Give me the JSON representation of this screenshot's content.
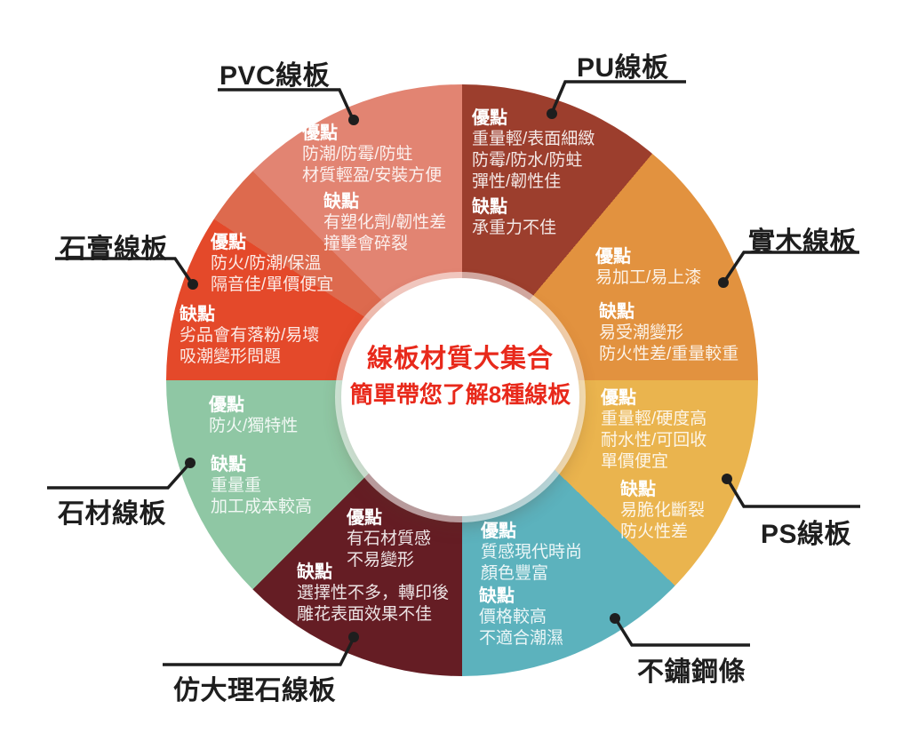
{
  "center": {
    "title_line1": "線板材質大集合",
    "title_line2": "簡單帶您了解8種線板"
  },
  "headings": {
    "pros": "優點",
    "cons": "缺點"
  },
  "colors": {
    "pu": "#9C3E2D",
    "solidwood": "#E2923F",
    "ps": "#EAB44E",
    "steel": "#5CB2BD",
    "marble": "#651D24",
    "stone": "#8FC7A4",
    "gypsum": "#E4492A",
    "pvc": "#E28472",
    "pvc_accent_band": "#DD6A4E",
    "title_red": "#E8291B",
    "label_black": "#1E1E1E"
  },
  "sections": [
    {
      "id": "pu",
      "label": "PU線板",
      "pros": [
        "重量輕/表面細緻",
        "防霉/防水/防蛀",
        "彈性/韌性佳"
      ],
      "cons": [
        "承重力不佳"
      ]
    },
    {
      "id": "solidwood",
      "label": "實木線板",
      "pros": [
        "易加工/易上漆"
      ],
      "cons": [
        "易受潮變形",
        "防火性差/重量較重"
      ]
    },
    {
      "id": "ps",
      "label": "PS線板",
      "pros": [
        "重量輕/硬度高",
        "耐水性/可回收",
        "單價便宜"
      ],
      "cons": [
        "易脆化斷裂",
        "防火性差"
      ]
    },
    {
      "id": "steel",
      "label": "不鏽鋼條",
      "pros": [
        "質感現代時尚",
        "顏色豐富"
      ],
      "cons": [
        "價格較高",
        "不適合潮濕"
      ]
    },
    {
      "id": "marble",
      "label": "仿大理石線板",
      "pros": [
        "有石材質感",
        "不易變形"
      ],
      "cons": [
        "選擇性不多，轉印後",
        "雕花表面效果不佳"
      ]
    },
    {
      "id": "stone",
      "label": "石材線板",
      "pros": [
        "防火/獨特性"
      ],
      "cons": [
        "重量重",
        "加工成本較高"
      ]
    },
    {
      "id": "gypsum",
      "label": "石膏線板",
      "pros": [
        "防火/防潮/保溫",
        "隔音佳/單價便宜"
      ],
      "cons": [
        "劣品會有落粉/易壞",
        "吸潮變形問題"
      ]
    },
    {
      "id": "pvc",
      "label": "PVC線板",
      "pros": [
        "防潮/防霉/防蛀",
        "材質輕盈/安裝方便"
      ],
      "cons": [
        "有塑化劑/韌性差",
        "撞擊會碎裂"
      ]
    }
  ]
}
